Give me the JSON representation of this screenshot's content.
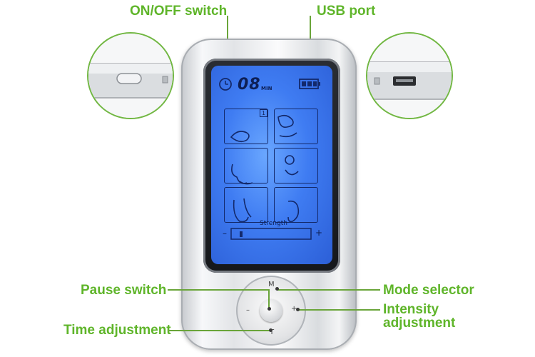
{
  "labels": {
    "onoff": "ON/OFF switch",
    "usb": "USB port",
    "pause": "Pause switch",
    "mode": "Mode selector",
    "intensity_line1": "Intensity",
    "intensity_line2": "adjustment",
    "time": "Time adjustment"
  },
  "display": {
    "timer_value": "08",
    "timer_unit": "MIN",
    "program_number": "1",
    "strength_label": "Strength",
    "minus": "–",
    "plus": "+"
  },
  "buttons": {
    "mode_mark": "M",
    "time_mark": "T",
    "minus_mark": "–",
    "plus_mark": "+"
  },
  "colors": {
    "label_green": "#5fb52a",
    "screen_blue": "#3f7cf2"
  }
}
